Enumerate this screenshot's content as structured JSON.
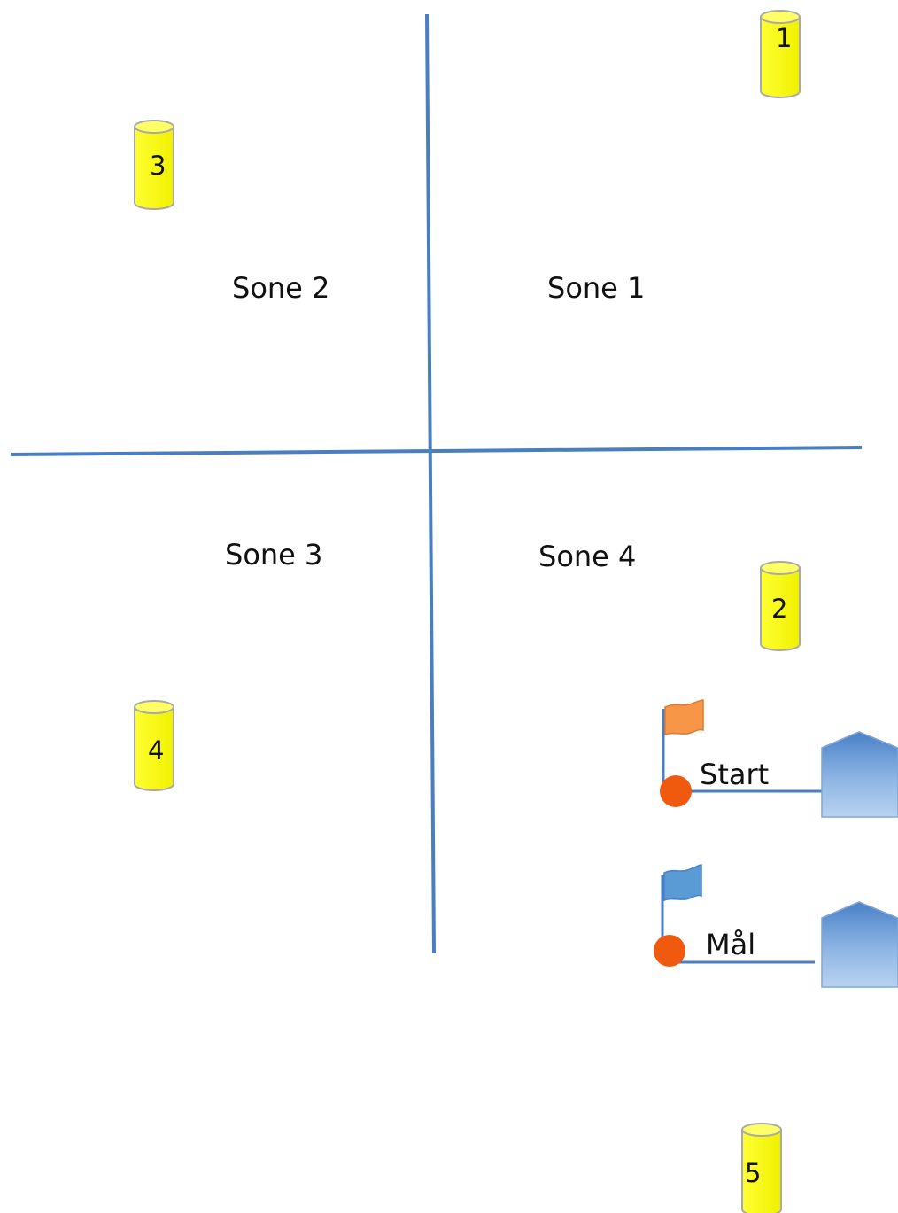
{
  "zones": [
    {
      "id": "zone-1",
      "label": "Sone 1"
    },
    {
      "id": "zone-2",
      "label": "Sone 2"
    },
    {
      "id": "zone-3",
      "label": "Sone 3"
    },
    {
      "id": "zone-4",
      "label": "Sone 4"
    }
  ],
  "cones": [
    {
      "id": "cone-1",
      "label": "1"
    },
    {
      "id": "cone-2",
      "label": "2"
    },
    {
      "id": "cone-3",
      "label": "3"
    },
    {
      "id": "cone-4",
      "label": "4"
    },
    {
      "id": "cone-5",
      "label": "5"
    }
  ],
  "markers": {
    "start": {
      "label": "Start",
      "flag_color": "#F79646"
    },
    "finish": {
      "label": "Mål",
      "flag_color": "#5B9BD5"
    }
  },
  "colors": {
    "line": "#4A7EC2",
    "cone_fill": "#FFFF00",
    "cone_stroke": "#A9A9A9",
    "dot": "#F05A0E",
    "house": "#5B9BD5"
  }
}
